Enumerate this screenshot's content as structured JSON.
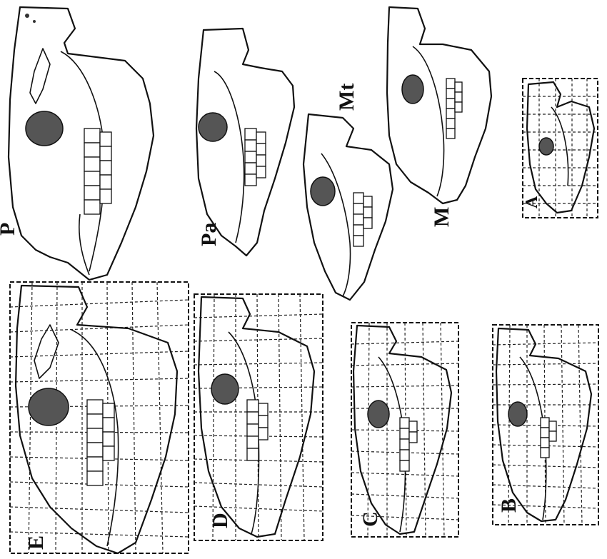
{
  "figure": {
    "panels": [
      {
        "id": "P",
        "label": "P"
      },
      {
        "id": "Pa",
        "label": "Pa"
      },
      {
        "id": "Mt",
        "label": "Mt"
      },
      {
        "id": "M",
        "label": "M"
      },
      {
        "id": "A",
        "label": "A"
      },
      {
        "id": "E",
        "label": "E"
      },
      {
        "id": "D",
        "label": "D"
      },
      {
        "id": "C",
        "label": "C"
      },
      {
        "id": "B",
        "label": "B"
      }
    ]
  }
}
